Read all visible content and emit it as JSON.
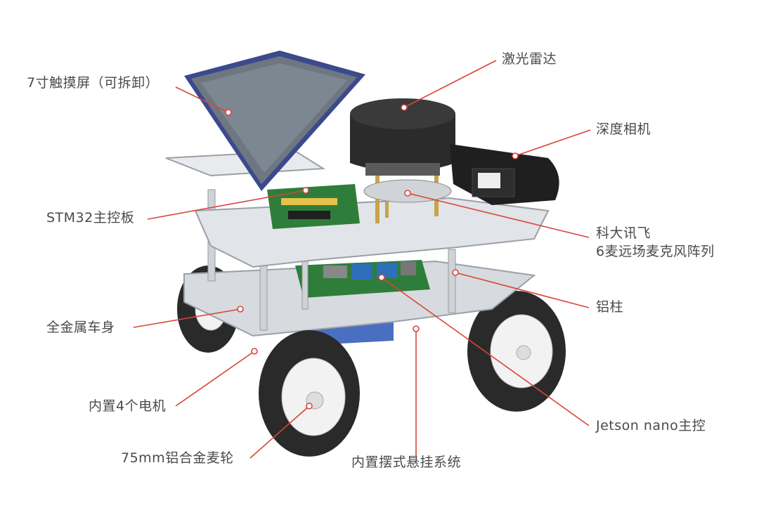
{
  "callouts": {
    "touchscreen": "7寸触摸屏（可拆卸）",
    "lidar": "激光雷达",
    "depth_camera": "深度相机",
    "stm32": "STM32主控板",
    "mic_array_line1": "科大讯飞",
    "mic_array_line2": "6麦远场麦克风阵列",
    "aluminum_pillar": "铝柱",
    "metal_body": "全金属车身",
    "motors": "内置4个电机",
    "jetson": "Jetson nano主控",
    "wheels": "75mm铝合金麦轮",
    "suspension": "内置摆式悬挂系统"
  },
  "colors": {
    "leader_line": "#d9453a",
    "label_text": "#4a4a4a",
    "plate": "#d7dade",
    "plate_edge": "#9aa0a6",
    "lidar_body": "#2b2b2b",
    "screen": "#6e7781",
    "pcb_green": "#2f7d3a",
    "pcb_blue": "#2d6fb8",
    "wheel_dark": "#2a2a2a",
    "hub": "#f2f2f2",
    "chassis_blue": "#4a6fc0"
  }
}
